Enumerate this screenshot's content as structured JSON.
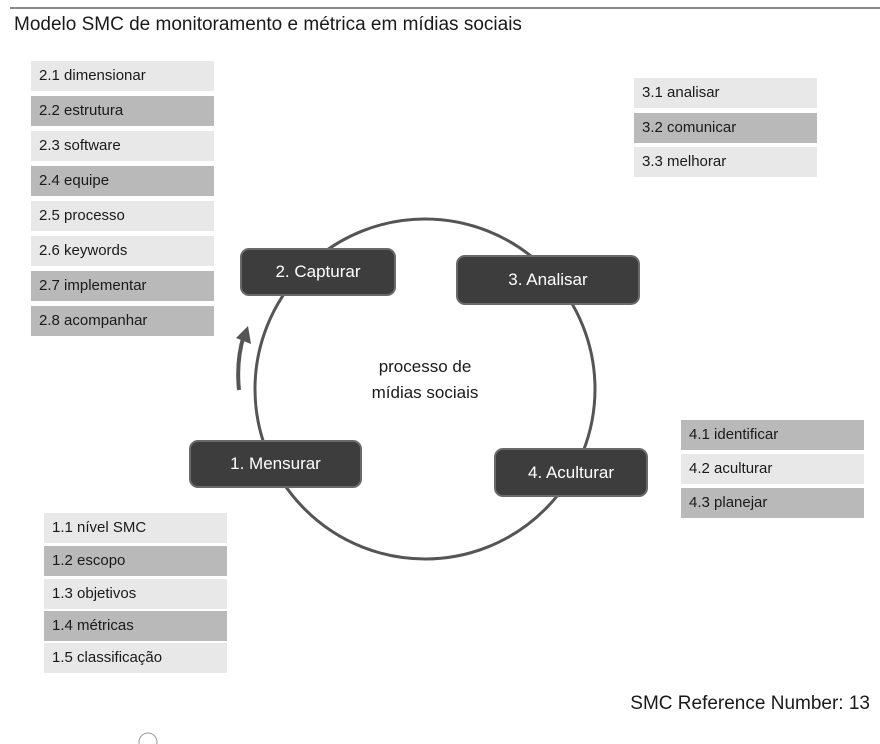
{
  "title": "Modelo SMC de monitoramento e métrica em mídias sociais",
  "center_label": [
    "processo de",
    "mídias sociais"
  ],
  "nodes": {
    "capturar": "2. Capturar",
    "analisar": "3. Analisar",
    "mensurar": "1. Mensurar",
    "aculturar": "4. Aculturar"
  },
  "group2": [
    "2.1 dimensionar",
    "2.2 estrutura",
    "2.3 software",
    "2.4 equipe",
    "2.5 processo",
    "2.6 keywords",
    "2.7 implementar",
    "2.8 acompanhar"
  ],
  "group3": [
    "3.1 analisar",
    "3.2 comunicar",
    "3.3 melhorar"
  ],
  "group4": [
    "4.1 identificar",
    "4.2 aculturar",
    "4.3 planejar"
  ],
  "group1": [
    "1.1 nível SMC",
    "1.2 escopo",
    "1.3 objetivos",
    "1.4 métricas",
    "1.5 classificação"
  ],
  "reference": "SMC Reference Number: 13"
}
